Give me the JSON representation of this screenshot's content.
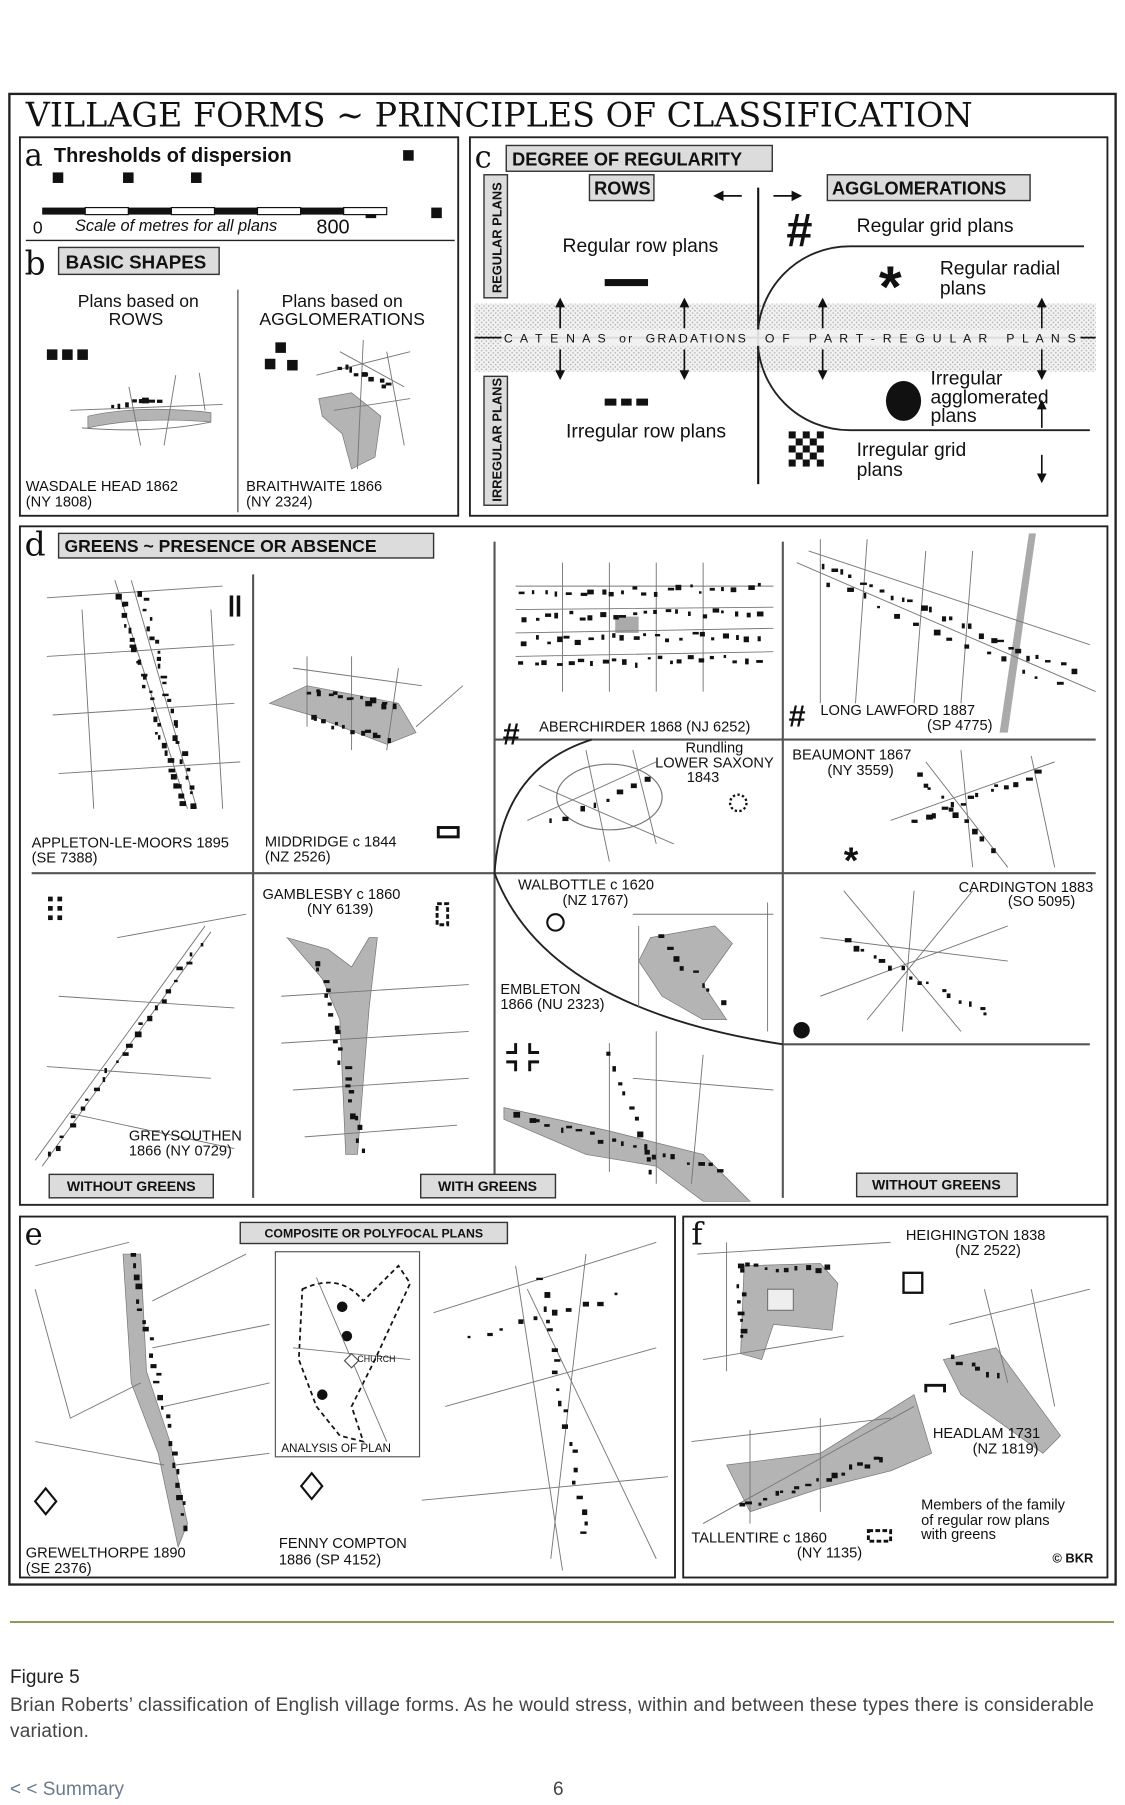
{
  "figure": {
    "title": "VILLAGE FORMS ~ PRINCIPLES OF CLASSIFICATION",
    "panel_a": {
      "letter": "a",
      "heading": "Thresholds of dispersion",
      "scale_start": "0",
      "scale_label": "Scale of metres for all plans",
      "scale_end": "800"
    },
    "panel_b": {
      "letter": "b",
      "heading": "BASIC SHAPES",
      "left_line1": "Plans based on",
      "left_line2": "ROWS",
      "right_line1": "Plans based on",
      "right_line2": "AGGLOMERATIONS",
      "left_place": "WASDALE HEAD 1862",
      "left_ref": "(NY 1808)",
      "right_place": "BRAITHWAITE 1866",
      "right_ref": "(NY 2324)"
    },
    "panel_c": {
      "letter": "c",
      "heading": "DEGREE OF REGULARITY",
      "rows": "ROWS",
      "agglomerations": "AGGLOMERATIONS",
      "regular_plans": "REGULAR PLANS",
      "irregular_plans": "IRREGULAR PLANS",
      "regular_row": "Regular row plans",
      "irregular_row": "Irregular row plans",
      "regular_grid": "Regular grid plans",
      "regular_radial_1": "Regular radial",
      "regular_radial_2": "plans",
      "irregular_agg_1": "Irregular",
      "irregular_agg_2": "agglomerated",
      "irregular_agg_3": "plans",
      "irregular_grid_1": "Irregular grid",
      "irregular_grid_2": "plans",
      "band_text": "C A T E N A S  or  GRADATIONS   O F   P A R T - R E G U L A R   P L A N S"
    },
    "panel_d": {
      "letter": "d",
      "heading": "GREENS ~ PRESENCE OR ABSENCE",
      "without_greens_left": "WITHOUT GREENS",
      "with_greens": "WITH GREENS",
      "without_greens_right": "WITHOUT GREENS",
      "places": {
        "appleton": [
          "APPLETON-LE-MOORS 1895",
          "(SE 7388)"
        ],
        "middridge": [
          "MIDDRIDGE c 1844",
          "(NZ 2526)"
        ],
        "aberchirder": [
          "ABERCHIRDER 1868 (NJ 6252)"
        ],
        "long_lawford": [
          "LONG LAWFORD 1887",
          "(SP 4775)"
        ],
        "rundling": [
          "Rundling",
          "LOWER SAXONY",
          "1843"
        ],
        "beaumont": [
          "BEAUMONT 1867",
          "(NY 3559)"
        ],
        "walbottle": [
          "WALBOTTLE c 1620",
          "(NZ 1767)"
        ],
        "cardington": [
          "CARDINGTON 1883",
          "(SO 5095)"
        ],
        "embleton": [
          "EMBLETON",
          "1866  (NU 2323)"
        ],
        "gamblesby": [
          "GAMBLESBY c 1860",
          "(NY 6139)"
        ],
        "greysouthen": [
          "GREYSOUTHEN",
          "1866  (NY 0729)"
        ]
      }
    },
    "panel_e": {
      "letter": "e",
      "heading": "COMPOSITE OR POLYFOCAL PLANS",
      "church": "CHURCH",
      "analysis": "ANALYSIS OF PLAN",
      "grewelthorpe": [
        "GREWELTHORPE 1890",
        "(SE 2376)"
      ],
      "fenny_compton": [
        "FENNY COMPTON",
        "1886  (SP 4152)"
      ]
    },
    "panel_f": {
      "letter": "f",
      "heighington": [
        "HEIGHINGTON 1838",
        "(NZ 2522)"
      ],
      "headlam": [
        "HEADLAM 1731",
        "(NZ 1819)"
      ],
      "tallentire": [
        "TALLENTIRE c 1860",
        "(NY 1135)"
      ],
      "note": [
        "Members of the family",
        "of regular row plans",
        "with greens"
      ],
      "copyright": "© BKR"
    }
  },
  "caption": {
    "label": "Figure 5",
    "text": "Brian Roberts’ classification of English village forms. As he would stress, within and between these types there is considerable variation."
  },
  "nav": {
    "back_link": "< < Summary",
    "page_number": "6"
  },
  "colors": {
    "separator": "#8c9b5e",
    "link": "#6a7c8c",
    "green_fill": "#b4b4b4"
  }
}
